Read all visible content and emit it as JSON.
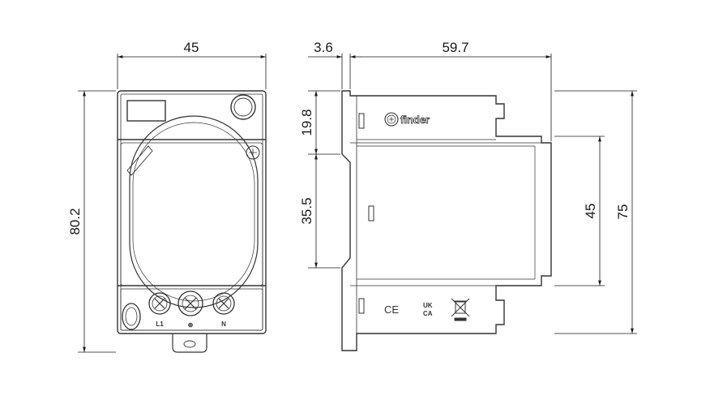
{
  "dimensions": {
    "front_width": "45",
    "front_height": "80.2",
    "rail_offset": "3.6",
    "side_depth": "59.7",
    "upper_section": "19.8",
    "mid_section": "35.5",
    "front_face_height": "45",
    "total_height": "75"
  },
  "terminals": {
    "left": "L1",
    "middle": "⊕",
    "right": "N"
  },
  "brand": {
    "name": "finder"
  },
  "markings": {
    "ce": "CE",
    "ukca_top": "UK",
    "ukca_bottom": "CA"
  },
  "colors": {
    "line": "#333333",
    "dimension_line": "#1a1a1a",
    "background": "#ffffff"
  }
}
